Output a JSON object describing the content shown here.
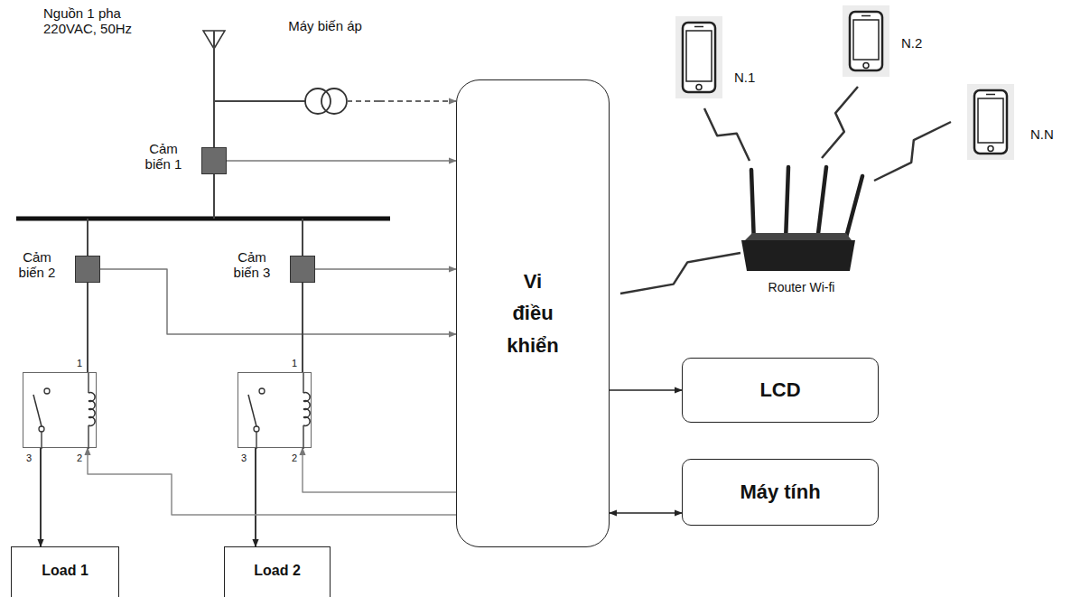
{
  "diagram": {
    "nodes": [
      {
        "text": [
          "Nguồn 1 pha 220VAC, 50Hz"
        ]
      },
      {
        "text": [
          "Máy biến áp"
        ]
      },
      {
        "text": [
          "Cảm biến 1"
        ]
      },
      {
        "text": [
          "Cảm biến 2"
        ]
      },
      {
        "text": [
          "Cảm biến 3"
        ]
      },
      {
        "text": [
          "1",
          "3",
          "2"
        ]
      },
      {
        "text": [
          "1",
          "3",
          "2"
        ]
      },
      {
        "text": [
          "Load 1"
        ]
      },
      {
        "text": [
          "Load 2"
        ]
      },
      {
        "text": [
          "Vi điều khiển"
        ]
      },
      {
        "text": [
          "N.1"
        ]
      },
      {
        "text": [
          "N.2"
        ]
      },
      {
        "text": [
          "N.N"
        ]
      },
      {
        "text": [
          "Router Wi-fi"
        ]
      },
      {
        "text": [
          "LCD"
        ]
      },
      {
        "text": [
          "Máy tính"
        ]
      }
    ],
    "edges": [
      {
        "from": 0,
        "to": 1,
        "arrow": "none"
      },
      {
        "from": 0,
        "to": 2,
        "arrow": "none"
      },
      {
        "from": 1,
        "to": 9,
        "arrow": "to"
      },
      {
        "from": 2,
        "to": 9,
        "arrow": "to"
      },
      {
        "from": 3,
        "to": 9,
        "arrow": "to"
      },
      {
        "from": 4,
        "to": 9,
        "arrow": "to"
      },
      {
        "from": 3,
        "to": 5,
        "arrow": "none"
      },
      {
        "from": 4,
        "to": 6,
        "arrow": "none"
      },
      {
        "from": 5,
        "to": 7,
        "arrow": "to"
      },
      {
        "from": 6,
        "to": 8,
        "arrow": "to"
      },
      {
        "from": 9,
        "to": 5,
        "arrow": "to"
      },
      {
        "from": 9,
        "to": 6,
        "arrow": "to"
      },
      {
        "from": 9,
        "to": 14,
        "arrow": "to"
      },
      {
        "from": 9,
        "to": 15,
        "arrow": "both"
      },
      {
        "from": 10,
        "to": 13,
        "arrow": "none"
      },
      {
        "from": 11,
        "to": 13,
        "arrow": "none"
      },
      {
        "from": 12,
        "to": 13,
        "arrow": "none"
      },
      {
        "from": 13,
        "to": 9,
        "arrow": "none"
      }
    ]
  }
}
